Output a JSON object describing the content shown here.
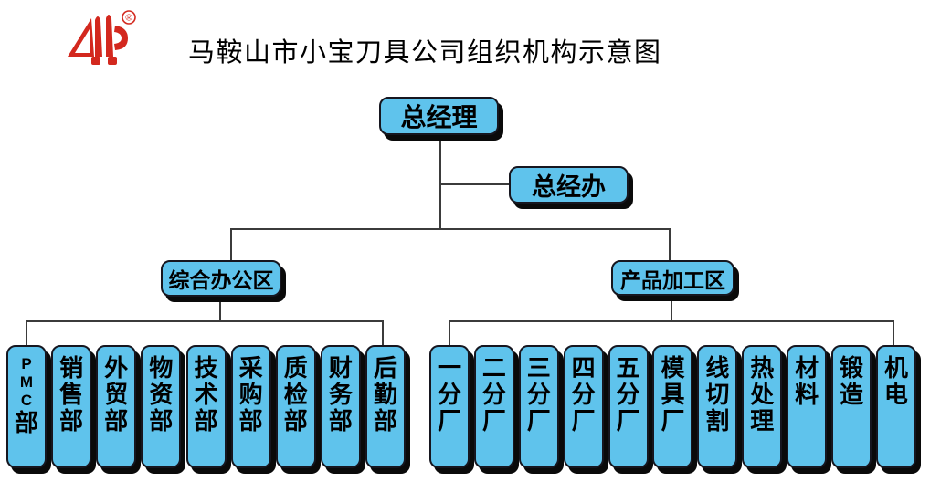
{
  "header": {
    "title": "马鞍山市小宝刀具公司组织机构示意图",
    "logo": {
      "registered_mark": "®"
    }
  },
  "org": {
    "root": {
      "label": "总经理"
    },
    "staff_office": {
      "label": "总经办"
    },
    "divisions": [
      {
        "label": "综合办公区",
        "departments": [
          "PMC部",
          "销售部",
          "外贸部",
          "物资部",
          "技术部",
          "采购部",
          "质检部",
          "财务部",
          "后勤部"
        ]
      },
      {
        "label": "产品加工区",
        "departments": [
          "一分厂",
          "二分厂",
          "三分厂",
          "四分厂",
          "五分厂",
          "模具厂",
          "线切割",
          "热处理",
          "材料",
          "锻造",
          "机电"
        ]
      }
    ]
  },
  "colors": {
    "box_fill": "#5fc3ec",
    "box_border": "#16161f",
    "shadow": "#0a0a0a",
    "line": "#3b3b3b",
    "logo_red": "#d3281e",
    "text": "#000000",
    "bg": "#ffffff"
  }
}
